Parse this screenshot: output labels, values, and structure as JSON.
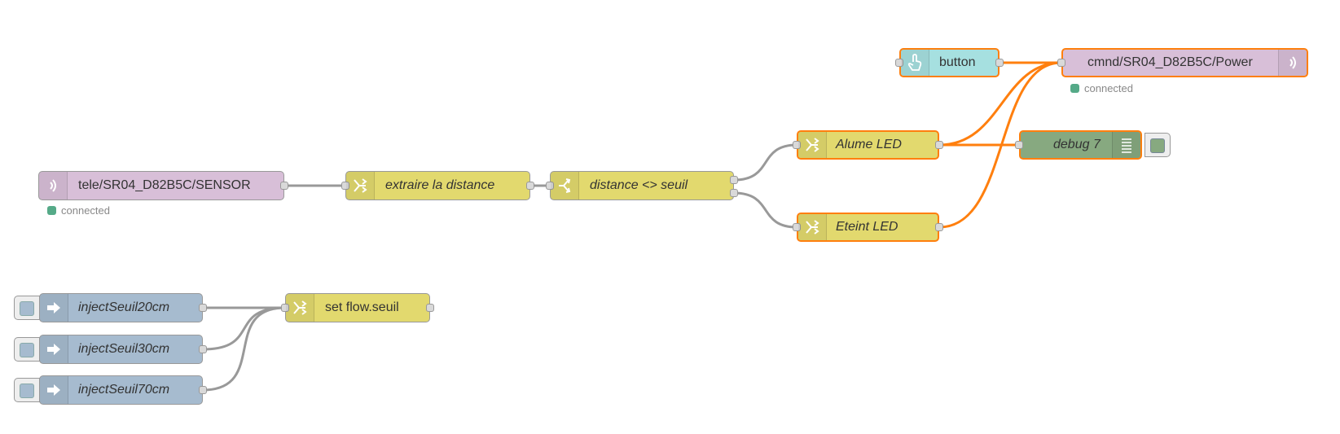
{
  "colors": {
    "mqtt": "#d8bfd8",
    "function": "#e2d96e",
    "inject": "#a6bbcf",
    "debug": "#87a980",
    "ui_button": "#a6e0e0",
    "wire": "#999999",
    "wire_selected": "#ff7f0e",
    "status_ok": "#5a8"
  },
  "nodes": {
    "mqtt_in_sensor": {
      "label": "tele/SR04_D82B5C/SENSOR",
      "icon": "bridge-icon",
      "status": "connected"
    },
    "extract": {
      "label": "extraire la distance",
      "icon": "change-icon"
    },
    "switch": {
      "label": "distance <> seuil",
      "icon": "switch-icon"
    },
    "alume": {
      "label": "Alume LED",
      "icon": "change-icon"
    },
    "eteint": {
      "label": "Eteint LED",
      "icon": "change-icon"
    },
    "button": {
      "label": "button",
      "icon": "hand-pointer-icon"
    },
    "mqtt_out_power": {
      "label": "cmnd/SR04_D82B5C/Power",
      "icon": "bridge-icon",
      "status": "connected"
    },
    "debug": {
      "label": "debug 7",
      "icon": "list-icon"
    },
    "inject20": {
      "label": "injectSeuil20cm",
      "icon": "arrow-in-icon"
    },
    "inject30": {
      "label": "injectSeuil30cm",
      "icon": "arrow-in-icon"
    },
    "inject70": {
      "label": "injectSeuil70cm",
      "icon": "arrow-in-icon"
    },
    "set_seuil": {
      "label": "set flow.seuil",
      "icon": "change-icon"
    }
  }
}
